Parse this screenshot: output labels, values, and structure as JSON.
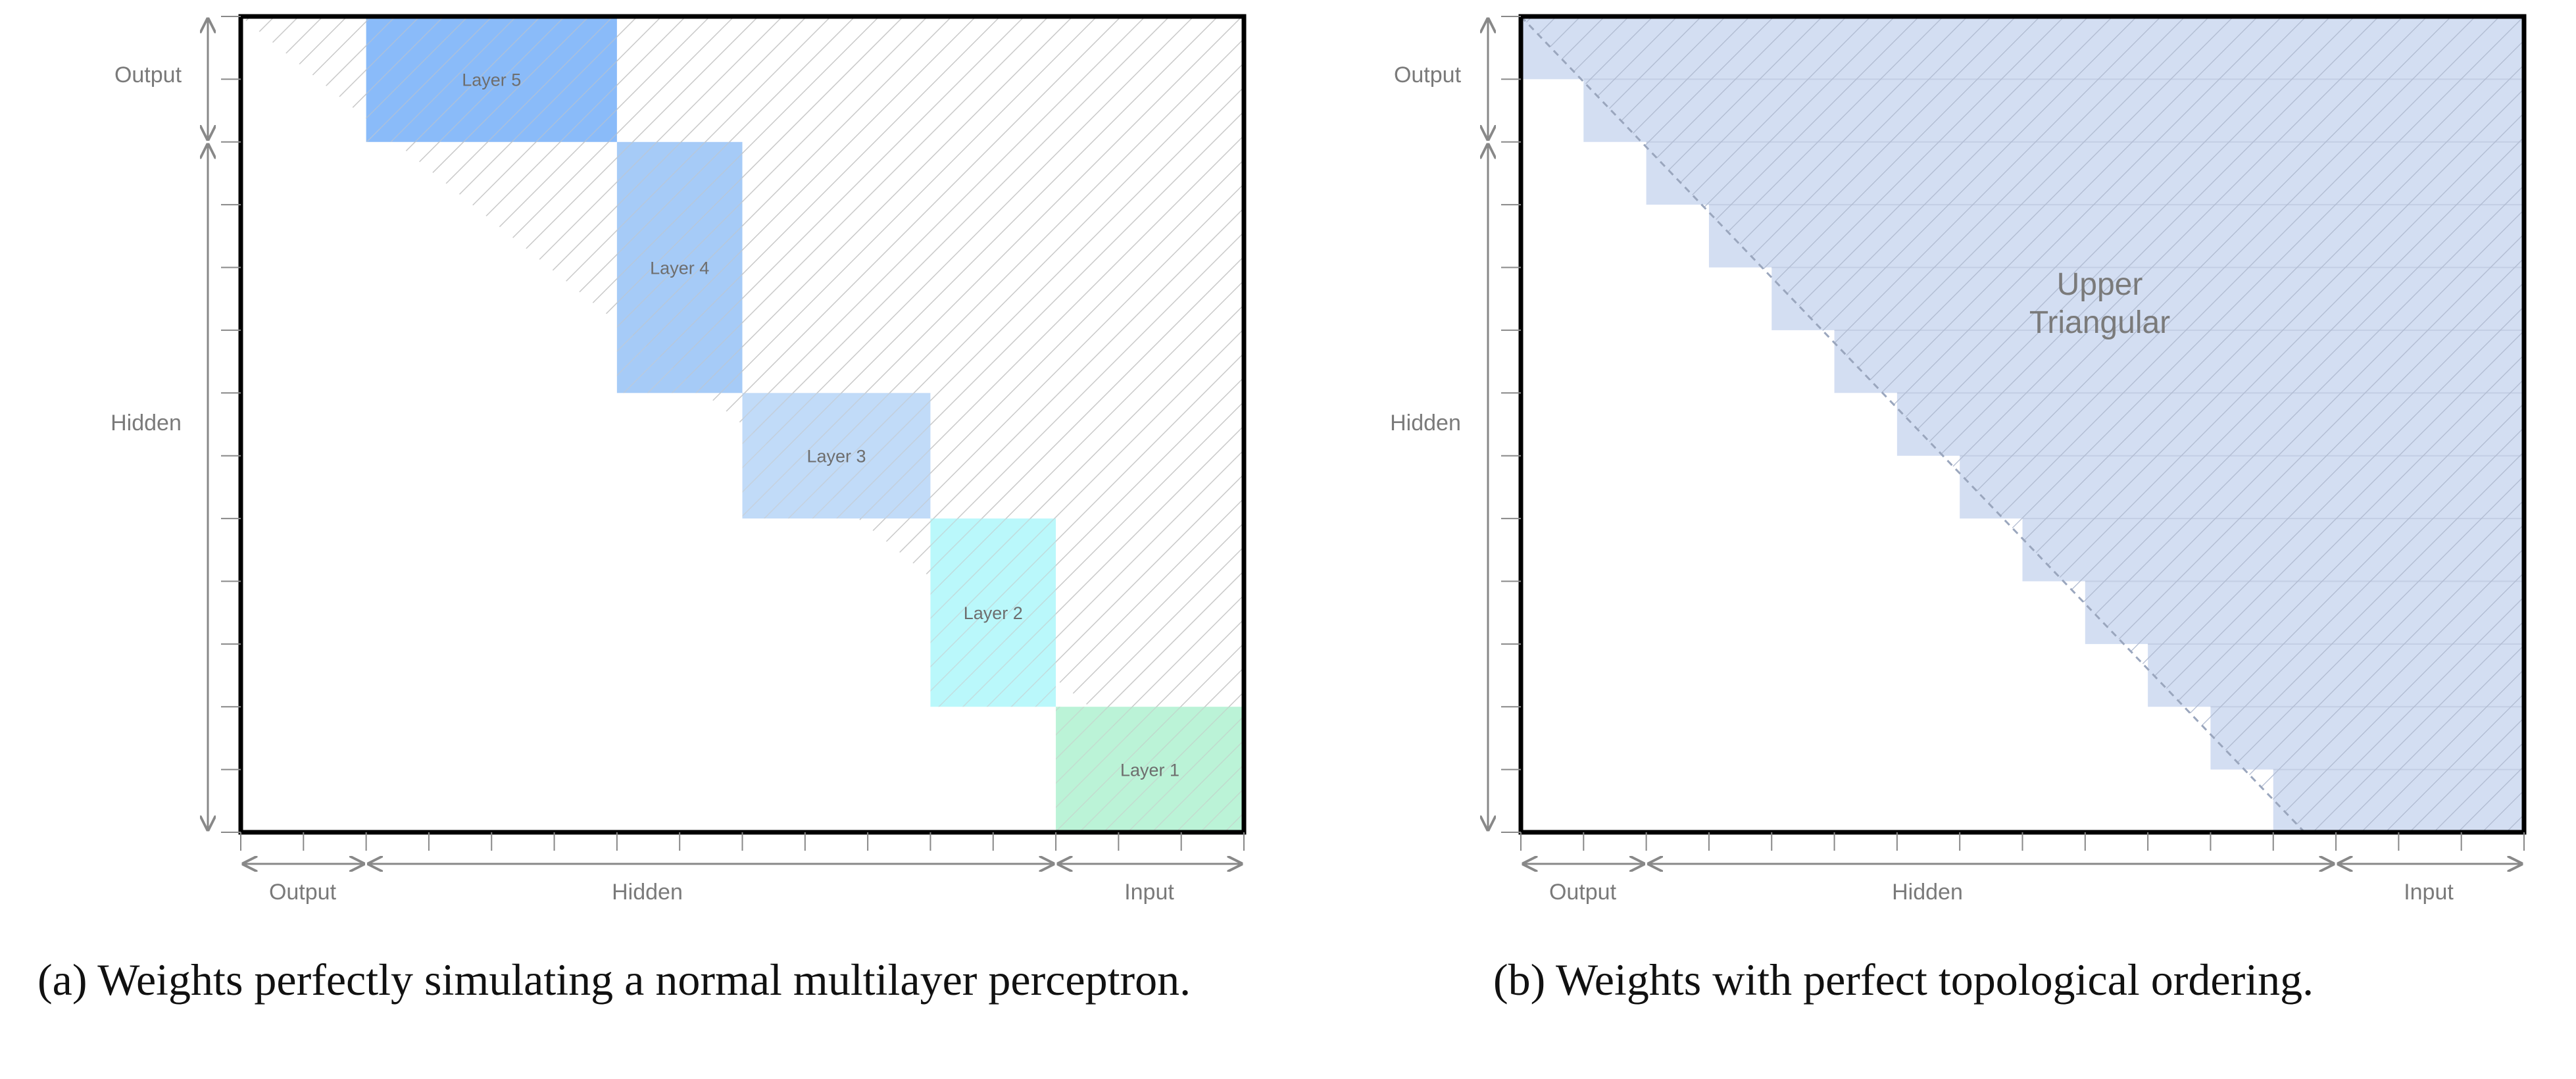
{
  "colors": {
    "layer5": "#7db4f8",
    "layer4": "#9cc5f6",
    "layer3": "#bad7f7",
    "layer2": "#b2f7fb",
    "layer1": "#b4f2d3",
    "upper_fill": "#d3def2",
    "hatch": "#cfcfcf",
    "axis": "#888888"
  },
  "panel_a": {
    "caption": "(a) Weights perfectly simulating a normal multilayer perceptron.",
    "row_labels": {
      "output": "Output",
      "hidden": "Hidden"
    },
    "col_labels": {
      "output": "Output",
      "hidden": "Hidden",
      "input": "Input"
    },
    "layers": [
      {
        "name": "layer5",
        "label": "Layer 5",
        "rows": [
          0,
          2
        ],
        "cols": [
          2,
          6
        ]
      },
      {
        "name": "layer4",
        "label": "Layer 4",
        "rows": [
          2,
          6
        ],
        "cols": [
          6,
          8
        ]
      },
      {
        "name": "layer3",
        "label": "Layer 3",
        "rows": [
          6,
          8
        ],
        "cols": [
          8,
          11
        ]
      },
      {
        "name": "layer2",
        "label": "Layer 2",
        "rows": [
          8,
          11
        ],
        "cols": [
          11,
          13
        ]
      },
      {
        "name": "layer1",
        "label": "Layer 1",
        "rows": [
          11,
          13
        ],
        "cols": [
          13,
          16
        ]
      }
    ]
  },
  "panel_b": {
    "caption": "(b) Weights with perfect topological ordering.",
    "row_labels": {
      "output": "Output",
      "hidden": "Hidden"
    },
    "col_labels": {
      "output": "Output",
      "hidden": "Hidden",
      "input": "Input"
    },
    "region_label": [
      "Upper",
      "Triangular"
    ]
  }
}
